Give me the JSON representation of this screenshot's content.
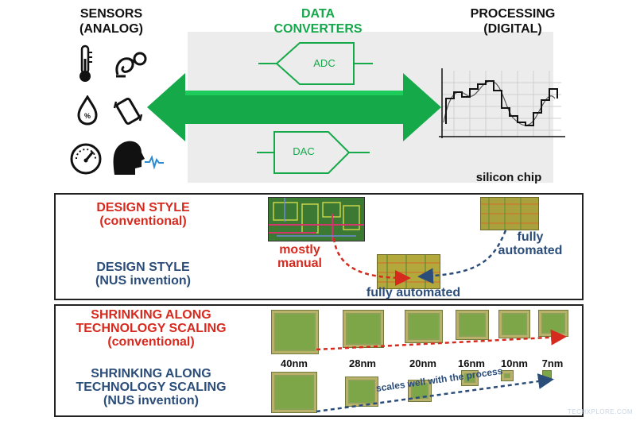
{
  "top": {
    "sensors_title": "SENSORS",
    "sensors_sub": "(ANALOG)",
    "converters_title": "DATA",
    "converters_sub": "CONVERTERS",
    "processing_title": "PROCESSING",
    "processing_sub": "(DIGITAL)",
    "adc": "ADC",
    "dac": "DAC",
    "silicon_chip": "silicon chip",
    "icons": [
      "thermometer-icon",
      "stethoscope-icon",
      "humidity-drop-icon",
      "vibration-icon",
      "gauge-icon",
      "voice-head-icon"
    ]
  },
  "design": {
    "conv_title": "DESIGN STYLE",
    "conv_sub": "(conventional)",
    "nus_title": "DESIGN STYLE",
    "nus_sub": "(NUS invention)",
    "mostly": "mostly",
    "manual": "manual",
    "fully": "fully",
    "automated": "automated",
    "fully_automated": "fully automated"
  },
  "scaling": {
    "conv_l1": "SHRINKING ALONG",
    "conv_l2": "TECHNOLOGY SCALING",
    "conv_l3": "(conventional)",
    "nus_l1": "SHRINKING ALONG",
    "nus_l2": "TECHNOLOGY SCALING",
    "nus_l3": "(NUS invention)",
    "nodes": [
      "40nm",
      "28nm",
      "20nm",
      "16nm",
      "10nm",
      "7nm"
    ],
    "scales_well": "scales well with the process"
  },
  "watermark": "TECHXPLORE.COM",
  "colors": {
    "green": "#15a84a",
    "red": "#d62a1f",
    "blue": "#2b4d7a",
    "panel_bg": "#ececec"
  }
}
